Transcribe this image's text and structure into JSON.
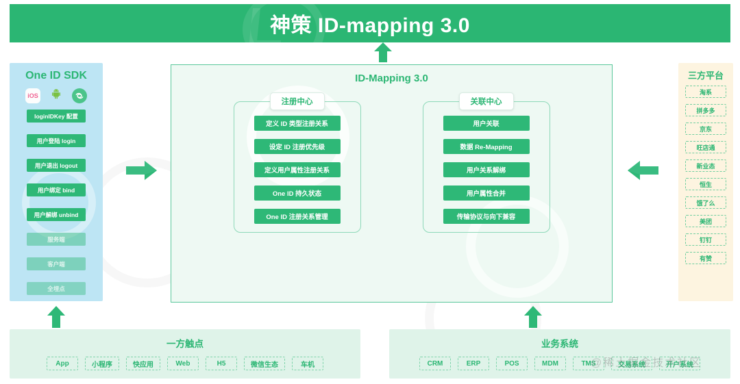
{
  "header": {
    "title": "神策 ID-mapping 3.0",
    "background": "#2bb673",
    "text_color": "#ffffff"
  },
  "colors": {
    "brand_green": "#2bb673",
    "button_green": "#2eb877",
    "panel_mint": "#eef9f3",
    "sdk_blue": "#bde5f4",
    "third_cream": "#fdf4e0",
    "bottom_mint": "#dff3e9",
    "dashed_border": "#7ed4aa"
  },
  "sdk_panel": {
    "title": "One ID SDK",
    "icons": [
      {
        "name": "ios-icon",
        "label": "iOS"
      },
      {
        "name": "android-icon",
        "label": "android"
      },
      {
        "name": "wechat-miniprogram-icon",
        "label": ""
      }
    ],
    "items": [
      {
        "label": "loginIDKey 配置",
        "faded": false
      },
      {
        "label": "用户登陆 login",
        "faded": false
      },
      {
        "label": "用户退出 logout",
        "faded": false
      },
      {
        "label": "用户绑定 bind",
        "faded": false
      },
      {
        "label": "用户解绑 unbind",
        "faded": false
      },
      {
        "label": "服务端",
        "faded": true
      },
      {
        "label": "客户端",
        "faded": true
      },
      {
        "label": "全埋点",
        "faded": true
      }
    ]
  },
  "core": {
    "title": "ID-Mapping 3.0",
    "groups": [
      {
        "label": "注册中心",
        "items": [
          "定义 ID 类型注册关系",
          "设定 ID 注册优先级",
          "定义用户属性注册关系",
          "One ID 持久状态",
          "One ID 注册关系管理"
        ]
      },
      {
        "label": "关联中心",
        "items": [
          "用户关联",
          "数据 Re-Mapping",
          "用户关系解绑",
          "用户属性合并",
          "传输协议与向下兼容"
        ]
      }
    ]
  },
  "third_party": {
    "title": "三方平台",
    "items": [
      "淘系",
      "拼多多",
      "京东",
      "旺店通",
      "新业态",
      "恒生",
      "饿了么",
      "美团",
      "钉钉",
      "有赞"
    ]
  },
  "bottom_left": {
    "title": "一方触点",
    "items": [
      "App",
      "小程序",
      "快应用",
      "Web",
      "H5",
      "微信生态",
      "车机"
    ]
  },
  "bottom_right": {
    "title": "业务系统",
    "items": [
      "CRM",
      "ERP",
      "POS",
      "MDM",
      "TMS",
      "交易系统",
      "开户系统"
    ]
  },
  "watermark": {
    "text": "@稀土掘金技术社区"
  },
  "arrows": [
    {
      "name": "arrow-up-to-header",
      "direction": "up"
    },
    {
      "name": "arrow-right-sdk-to-core",
      "direction": "right"
    },
    {
      "name": "arrow-left-thirdparty-to-core",
      "direction": "left"
    },
    {
      "name": "arrow-up-touchpoints-to-sdk",
      "direction": "up"
    },
    {
      "name": "arrow-up-business-to-core",
      "direction": "up"
    }
  ]
}
